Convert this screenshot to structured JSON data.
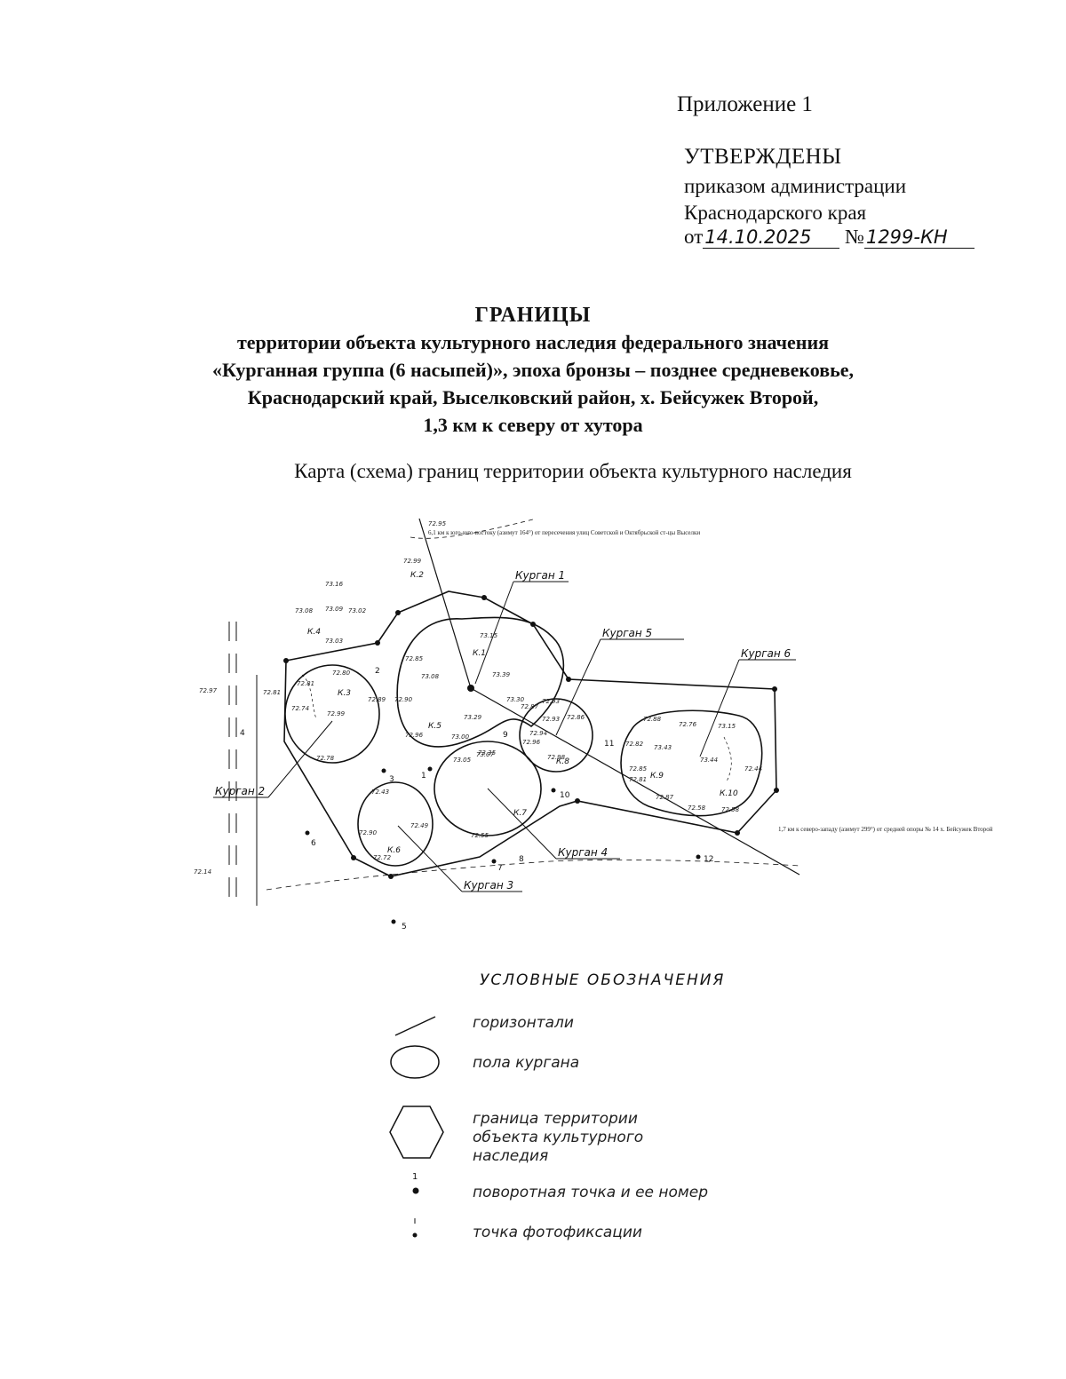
{
  "header": {
    "appendix": "Приложение 1",
    "approved": "УТВЕРЖДЕНЫ",
    "order_line1": "приказом администрации",
    "order_line2": "Краснодарского края",
    "date_prefix": "от",
    "date_value": "14.10.2025",
    "number_prefix": "№",
    "number_value": "1299-КН"
  },
  "title": "ГРАНИЦЫ",
  "subtitle_lines": [
    "территории объекта культурного наследия федерального значения",
    "«Курганная группа (6 насыпей)», эпоха бронзы – позднее средневековье,",
    "Краснодарский край, Выселковский район, х. Бейсужек Второй,",
    "1,3 км к северу от хутора"
  ],
  "map_caption": "Карта (схема) границ территории объекта культурного наследия",
  "map": {
    "kurgan_labels": [
      "Курган 1",
      "Курган 2",
      "Курган 3",
      "Курган 4",
      "Курган 5",
      "Курган 6"
    ],
    "mound_codes": [
      "К.1",
      "К.2",
      "К.3",
      "К.4",
      "К.5",
      "К.6",
      "К.7",
      "К.8",
      "К.9",
      "К.10"
    ],
    "point_numbers": [
      "1",
      "2",
      "3",
      "4",
      "5",
      "6",
      "7",
      "8",
      "9",
      "10",
      "11",
      "12"
    ],
    "note_ne": "6,1 км к юго-юго-востоку (азимут 164°) от пересечения улиц Советской и Октябрьской ст-цы Выселки",
    "note_sw": "1,7 км к северо-западу (азимут 299°) от средней опоры № 14 х. Бейсужек Второй",
    "elevations": [
      "72.95",
      "72.99",
      "73.16",
      "73.09",
      "73.02",
      "73.08",
      "73.03",
      "72.85",
      "73.08",
      "72.81",
      "72.97",
      "72.74",
      "72.80",
      "72.81",
      "72.99",
      "72.89",
      "72.78",
      "72.90",
      "73.29",
      "72.96",
      "73.00",
      "73.35",
      "73.15",
      "73.39",
      "72.93",
      "72.87",
      "73.30",
      "73.05",
      "73.07",
      "72.94",
      "72.96",
      "72.98",
      "72.93",
      "72.86",
      "72.88",
      "72.82",
      "72.85",
      "73.43",
      "73.44",
      "72.81",
      "72.87",
      "72.58",
      "72.76",
      "73.15",
      "72.44",
      "72.58",
      "72.55",
      "72.90",
      "72.43",
      "72.72",
      "72.14",
      "72.49"
    ]
  },
  "legend": {
    "title": "УСЛОВНЫЕ ОБОЗНАЧЕНИЯ",
    "contours": "горизонтали",
    "mound_floor": "пола кургана",
    "boundary_line1": "граница территории",
    "boundary_line2": "объекта культурного",
    "boundary_line3": "наследия",
    "turning_point": "поворотная точка и ее номер",
    "turning_point_number": "1",
    "photo_point": "точка фотофиксации"
  },
  "colors": {
    "ink": "#111111",
    "paper": "#ffffff"
  }
}
